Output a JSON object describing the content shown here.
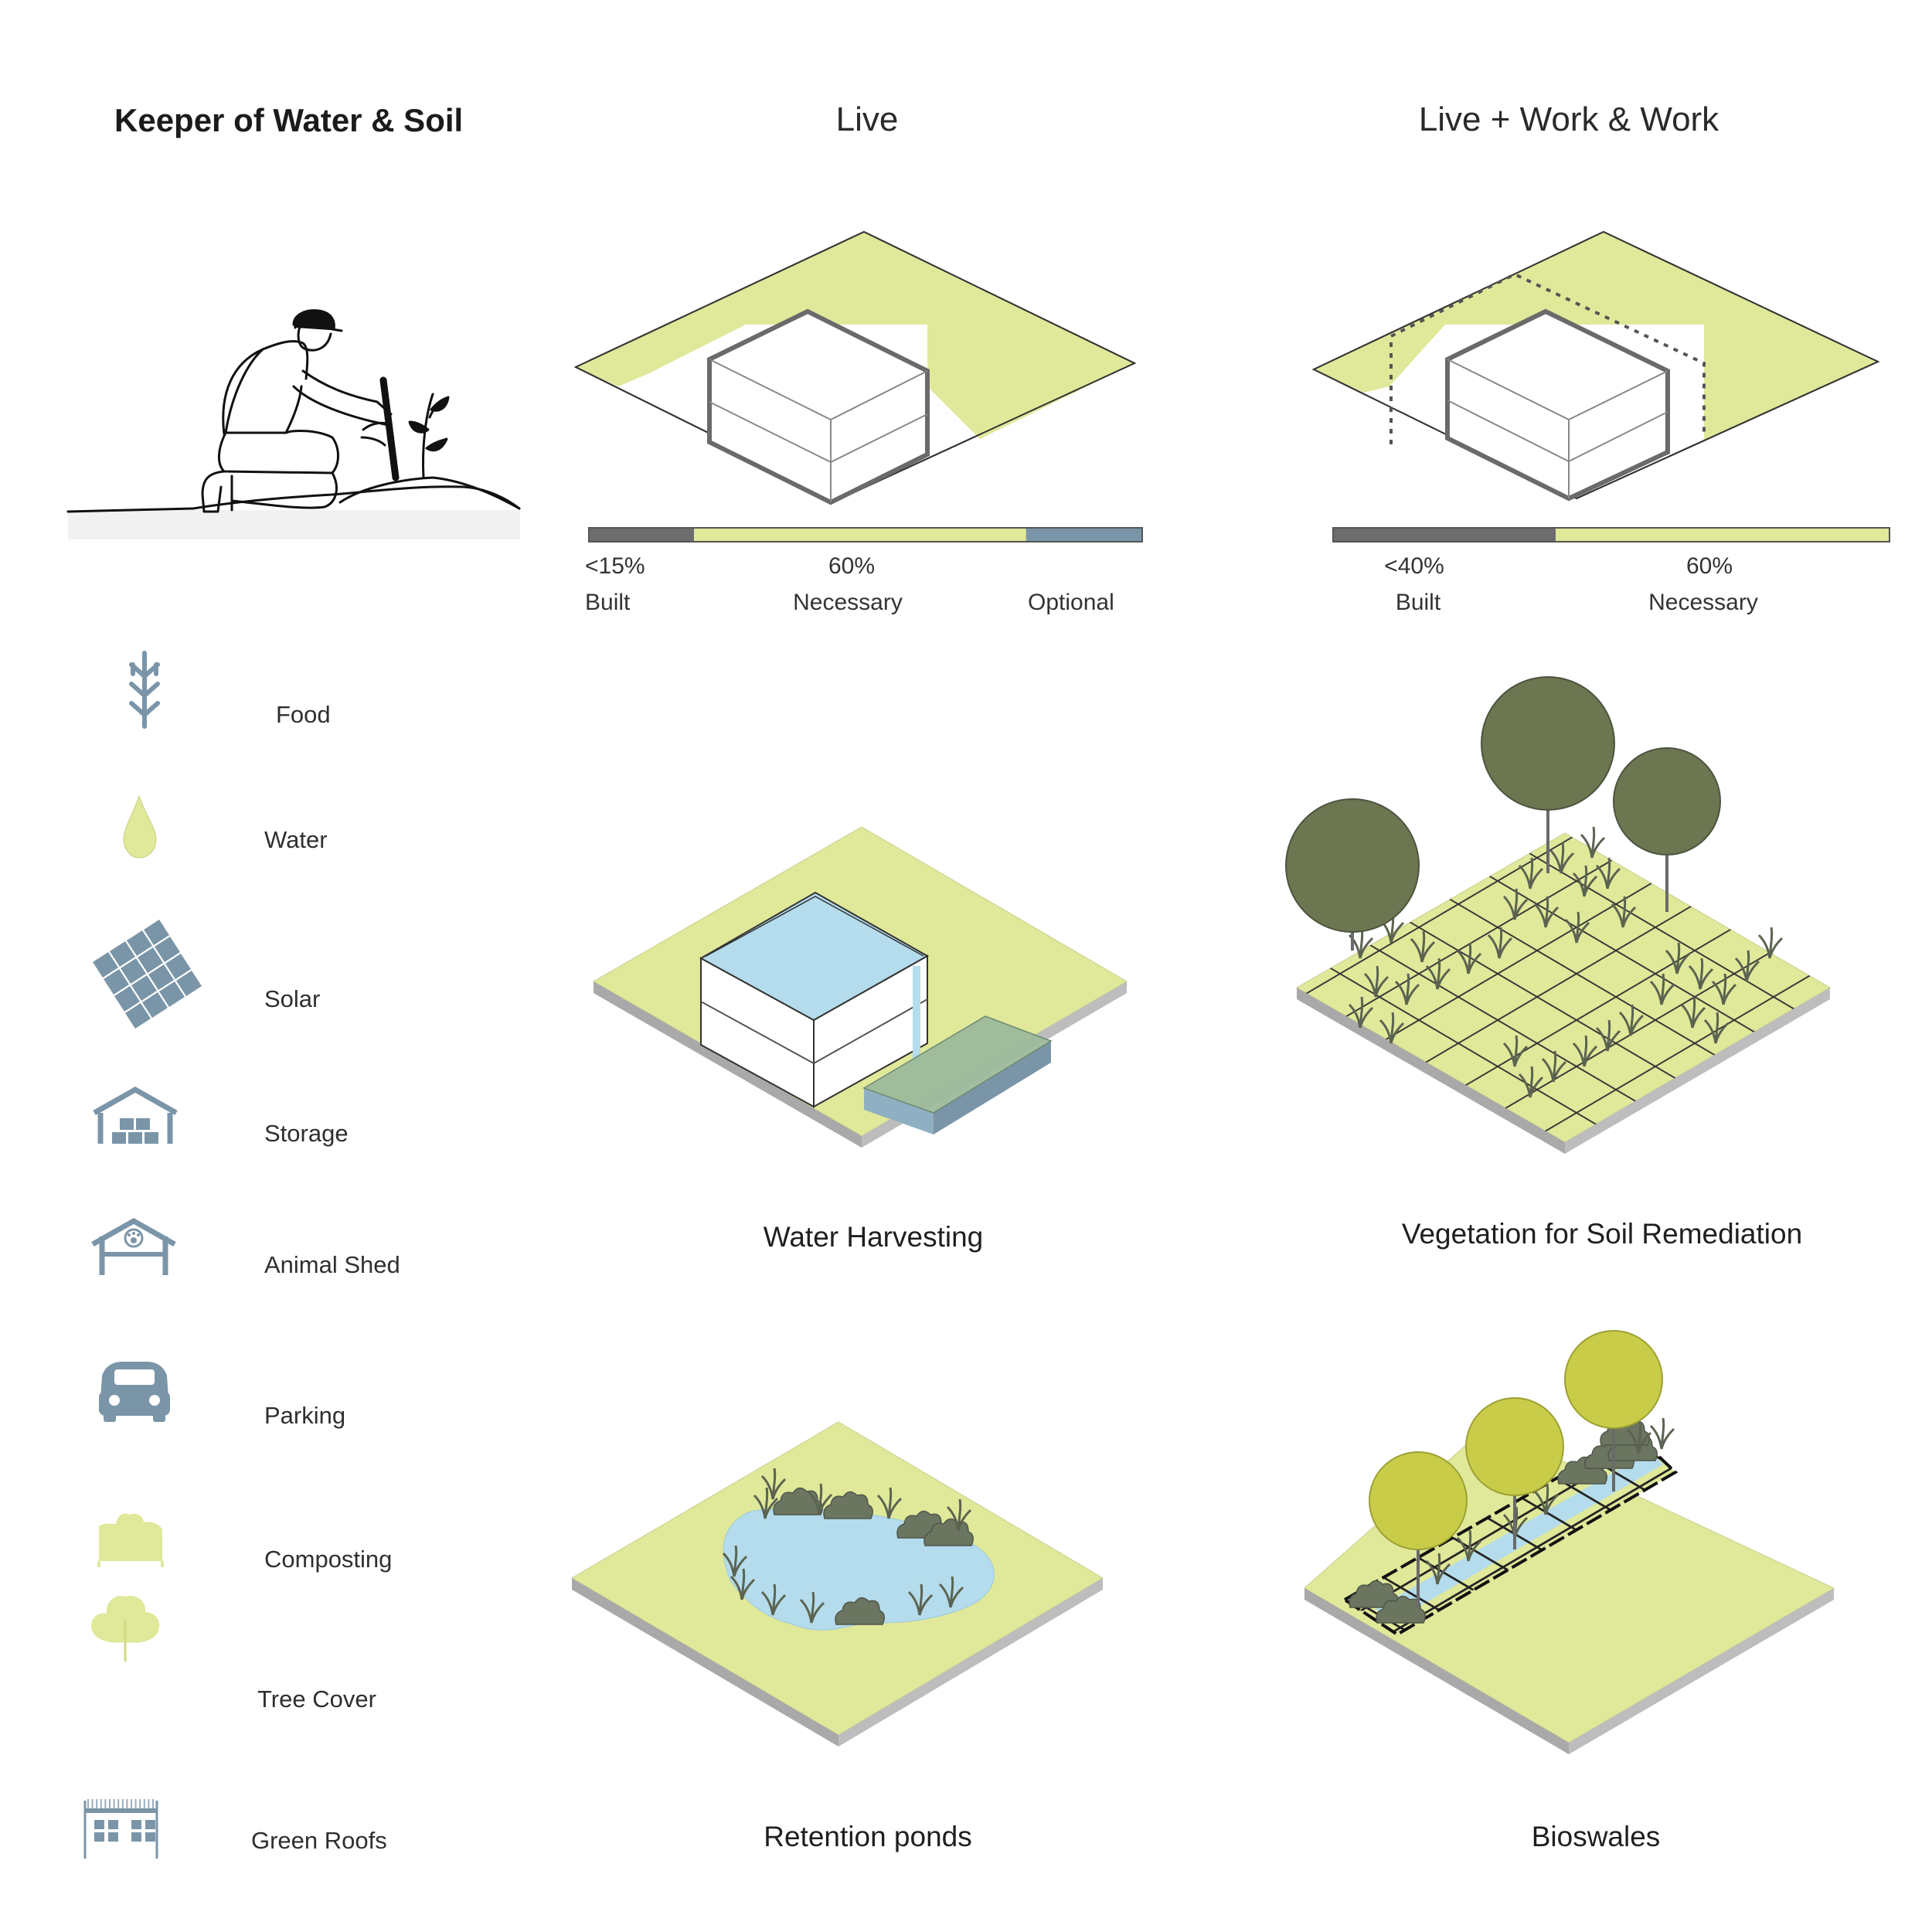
{
  "title": "Keeper of Water & Soil",
  "columns": {
    "live": "Live",
    "live_work": "Live + Work & Work"
  },
  "ratio_live": {
    "built_pct": "<15%",
    "built_label": "Built",
    "necessary_pct": "60%",
    "necessary_label": "Necessary",
    "optional_label": "Optional",
    "shares": {
      "built": 0.19,
      "necessary": 0.6,
      "optional": 0.21
    },
    "colors": {
      "built": "#6d6d6f",
      "necessary": "#e0e89a",
      "optional": "#7b95a8"
    }
  },
  "ratio_live_work": {
    "built_pct": "<40%",
    "built_label": "Built",
    "necessary_pct": "60%",
    "necessary_label": "Necessary",
    "shares": {
      "built": 0.4,
      "necessary": 0.6
    },
    "colors": {
      "built": "#6d6d6f",
      "necessary": "#e0e89a"
    }
  },
  "legend": [
    {
      "label": "Food",
      "icon": "wheat-icon"
    },
    {
      "label": "Water",
      "icon": "water-drop-icon"
    },
    {
      "label": "Solar",
      "icon": "solar-panel-icon"
    },
    {
      "label": "Storage",
      "icon": "storage-shed-icon"
    },
    {
      "label": "Animal Shed",
      "icon": "animal-shed-icon"
    },
    {
      "label": "Parking",
      "icon": "car-icon"
    },
    {
      "label": "Composting",
      "icon": "compost-icon"
    },
    {
      "label": "Tree Cover",
      "icon": "tree-icon"
    },
    {
      "label": "Green Roofs",
      "icon": "green-roof-icon"
    }
  ],
  "strategies": {
    "water_harvesting": "Water Harvesting",
    "vegetation": "Vegetation for Soil Remediation",
    "retention_ponds": "Retention ponds",
    "bioswales": "Bioswales"
  },
  "colors": {
    "green": "#e0e89a",
    "slate": "#7b95a8",
    "water": "#b5dcec",
    "dark_tree": "#6c7650",
    "lime_tree": "#c9cc48",
    "shrub": "#6b7560"
  }
}
